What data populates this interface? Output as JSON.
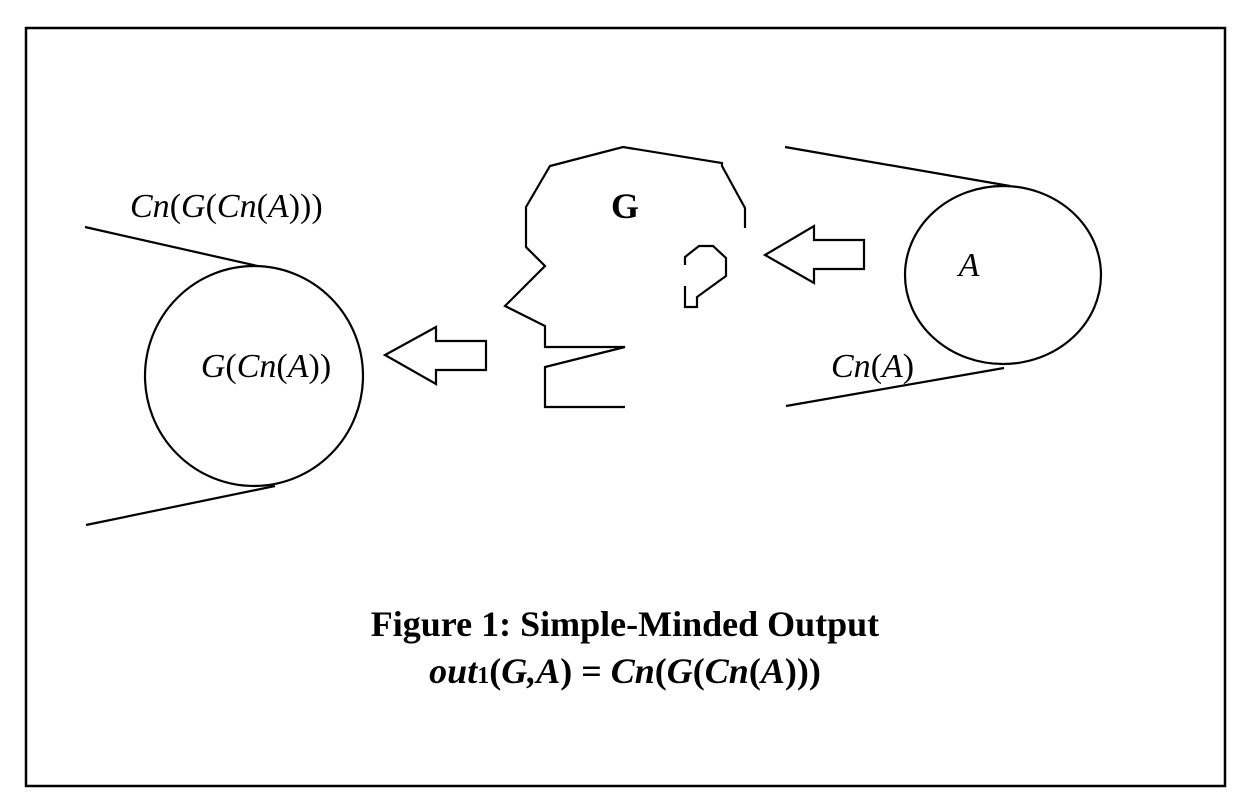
{
  "colors": {
    "ink": "#000000",
    "background": "#ffffff"
  },
  "labels": {
    "head": "G",
    "input_set": "A",
    "input_closure": {
      "a": "Cn",
      "b": "(",
      "c": "A",
      "d": ")"
    },
    "output_set": {
      "a": "G",
      "b": "(",
      "c": "Cn",
      "d": "(",
      "e": "A",
      "f": "))"
    },
    "output_closure": {
      "a": "Cn",
      "b": "(",
      "c": "G",
      "d": "(",
      "e": "Cn",
      "f": "(",
      "g": "A",
      "h": ")))"
    }
  },
  "caption": {
    "title": "Figure 1: Simple-Minded Output",
    "formula": {
      "a": "out",
      "sub": "1",
      "b": "(",
      "c": "G,A",
      "d": ") = ",
      "e": "Cn",
      "f": "(",
      "g": "G",
      "h": "(",
      "i": "Cn",
      "j": "(",
      "k": "A",
      "l": ")))"
    }
  }
}
